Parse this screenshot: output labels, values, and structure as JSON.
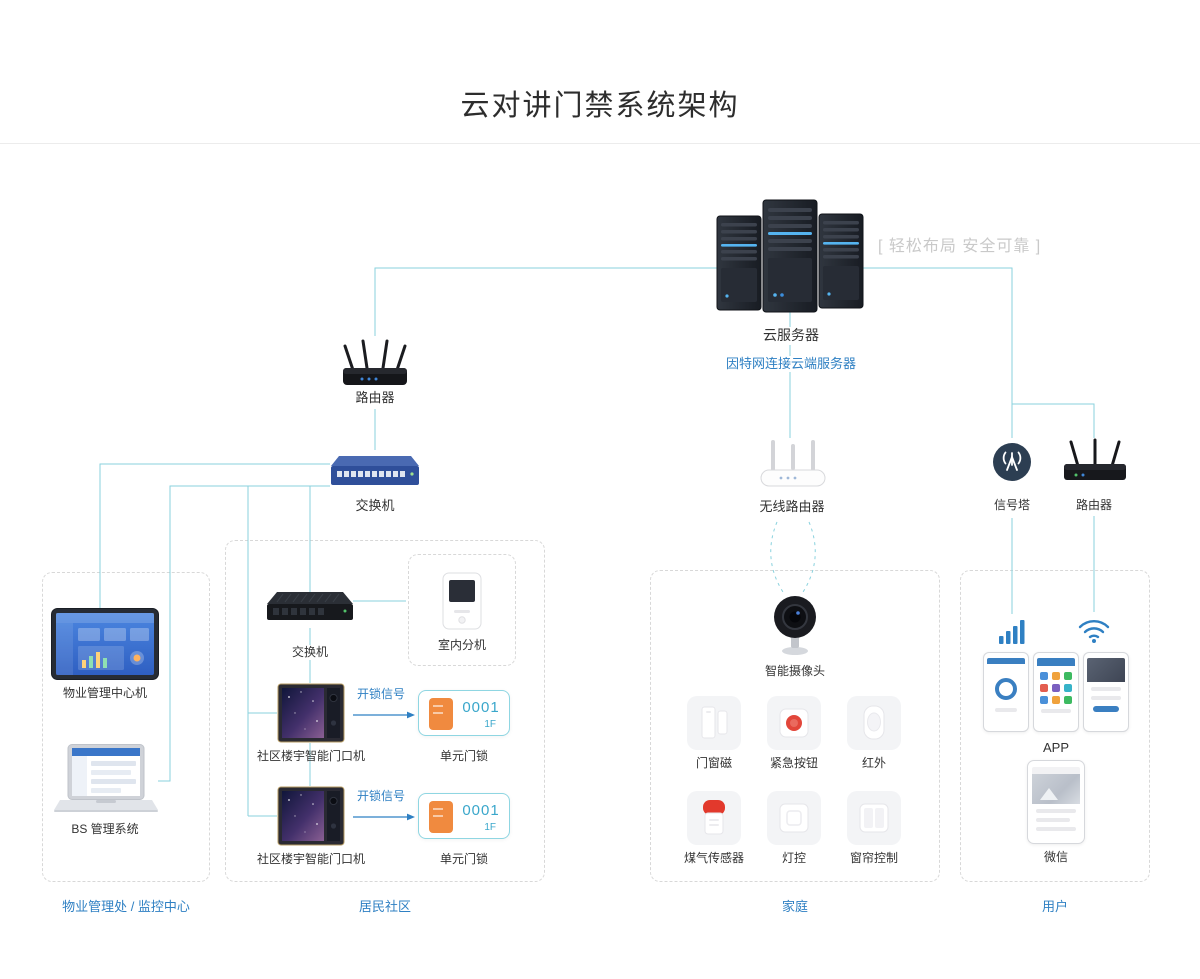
{
  "page": {
    "title": "云对讲门禁系统架构",
    "tagline": "[ 轻松布局  安全可靠 ]"
  },
  "colors": {
    "accent_blue": "#2f80c3",
    "wire_cyan": "#8ad2de",
    "lock_orange": "#f08a3f",
    "lock_number_teal": "#3aa7cb",
    "box_border_gray": "#d8d8d8",
    "text_dark": "#333333",
    "tagline_gray": "#c9c9c9"
  },
  "cloud": {
    "server_label": "云服务器",
    "internet_label": "因特网连接云端服务器"
  },
  "backbone": {
    "router_label": "路由器",
    "switch_label": "交换机",
    "wireless_router_label": "无线路由器",
    "signal_tower_label": "信号塔",
    "router_right_label": "路由器"
  },
  "property": {
    "section_label": "物业管理处 / 监控中心",
    "center_machine_label": "物业管理中心机",
    "bs_system_label": "BS 管理系统"
  },
  "community": {
    "section_label": "居民社区",
    "switch_label": "交换机",
    "indoor_unit_label": "室内分机",
    "units": [
      {
        "door_label": "社区楼宇智能门口机",
        "signal_label": "开锁信号",
        "lock_label": "单元门锁",
        "lock_number": "0001",
        "lock_floor": "1F"
      },
      {
        "door_label": "社区楼宇智能门口机",
        "signal_label": "开锁信号",
        "lock_label": "单元门锁",
        "lock_number": "0001",
        "lock_floor": "1F"
      }
    ]
  },
  "home": {
    "section_label": "家庭",
    "camera_label": "智能摄像头",
    "devices": [
      {
        "label": "门窗磁",
        "icon": "door-window-sensor-icon"
      },
      {
        "label": "紧急按钮",
        "icon": "emergency-button-icon"
      },
      {
        "label": "红外",
        "icon": "infrared-sensor-icon"
      },
      {
        "label": "煤气传感器",
        "icon": "gas-sensor-icon"
      },
      {
        "label": "灯控",
        "icon": "light-control-icon"
      },
      {
        "label": "窗帘控制",
        "icon": "curtain-control-icon"
      }
    ]
  },
  "user": {
    "section_label": "用户",
    "app_label": "APP",
    "wechat_label": "微信"
  }
}
